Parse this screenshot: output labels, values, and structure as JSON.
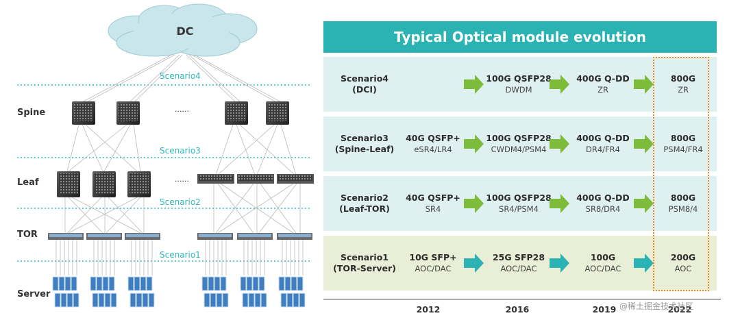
{
  "left": {
    "dc": "DC",
    "layers": [
      "Spine",
      "Leaf",
      "TOR",
      "Server"
    ],
    "scenarios": [
      "Scenario4",
      "Scenario3",
      "Scenario2",
      "Scenario1"
    ],
    "ellipsis": "......"
  },
  "table": {
    "title": "Typical Optical module evolution",
    "rows": [
      {
        "name": [
          "Scenario4",
          "(DCI)"
        ],
        "cells": [
          {
            "main": "",
            "sub": ""
          },
          {
            "main": "100G QSFP28",
            "sub": "DWDM"
          },
          {
            "main": "400G Q-DD",
            "sub": "ZR"
          },
          {
            "main": "800G",
            "sub": "ZR"
          }
        ],
        "arrow_color": "#7dbb3b",
        "style": "blue"
      },
      {
        "name": [
          "Scenario3",
          "(Spine-Leaf)"
        ],
        "cells": [
          {
            "main": "40G QSFP+",
            "sub": "eSR4/LR4"
          },
          {
            "main": "100G QSFP28",
            "sub": "CWDM4/PSM4"
          },
          {
            "main": "400G Q-DD",
            "sub": "DR4/FR4"
          },
          {
            "main": "800G",
            "sub": "PSM4/FR4"
          }
        ],
        "arrow_color": "#7dbb3b",
        "style": "blue"
      },
      {
        "name": [
          "Scenario2",
          "(Leaf-TOR)"
        ],
        "cells": [
          {
            "main": "40G QSFP+",
            "sub": "SR4"
          },
          {
            "main": "100G QSFP28",
            "sub": "SR4/PSM4"
          },
          {
            "main": "400G Q-DD",
            "sub": "SR8/DR4"
          },
          {
            "main": "800G",
            "sub": "PSM8/4"
          }
        ],
        "arrow_color": "#7dbb3b",
        "style": "blue"
      },
      {
        "name": [
          "Scenario1",
          "(TOR-Server)"
        ],
        "cells": [
          {
            "main": "10G SFP+",
            "sub": "AOC/DAC"
          },
          {
            "main": "25G SFP28",
            "sub": "AOC/DAC"
          },
          {
            "main": "100G",
            "sub": "AOC/DAC"
          },
          {
            "main": "200G",
            "sub": "AOC"
          }
        ],
        "arrow_color": "#2bb3b3",
        "style": "green"
      }
    ],
    "years": [
      "2012",
      "2016",
      "2019",
      "2022"
    ]
  },
  "watermark": "@稀土掘金技术社区",
  "colors": {
    "header": "#2bb3b3",
    "highlight": "#f08a1e",
    "scenario_text": "#2fb8b8"
  }
}
